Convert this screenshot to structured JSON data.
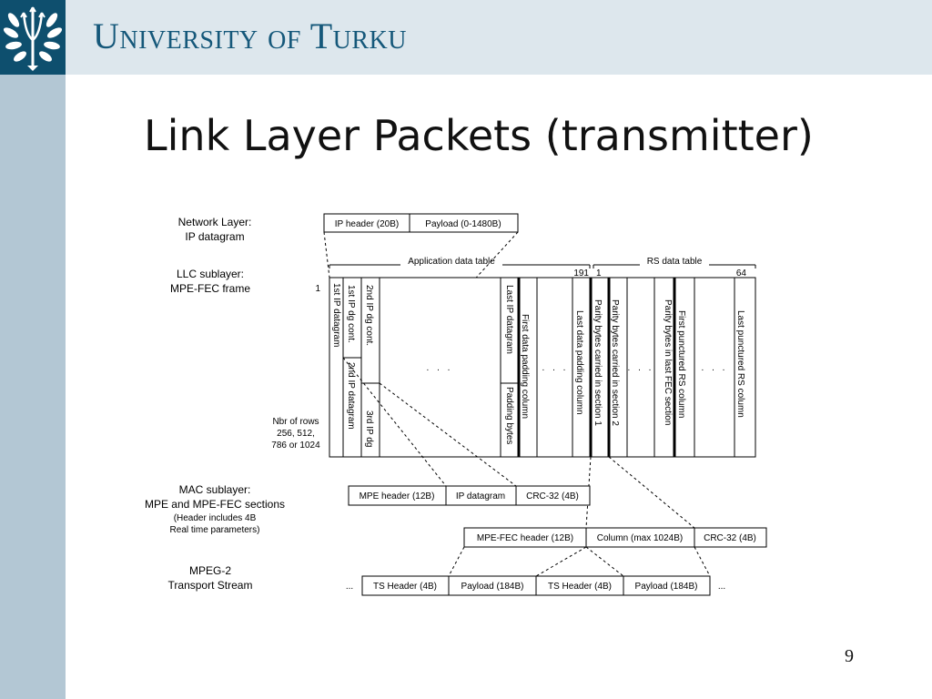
{
  "header": {
    "university_name": "University of Turku",
    "colors": {
      "brand_dark": "#0e4f6e",
      "title_blue": "#15587a",
      "band": "#dde7ed",
      "sidebar": "#b3c7d4"
    }
  },
  "logo": {
    "icon": "university-trident-crest"
  },
  "slide": {
    "title": "Link Layer Packets (transmitter)",
    "page_number": "9"
  },
  "layers": {
    "network": {
      "line1": "Network Layer:",
      "line2": "IP datagram"
    },
    "llc": {
      "line1": "LLC sublayer:",
      "line2": "MPE-FEC frame"
    },
    "mac": {
      "line1": "MAC sublayer:",
      "line2": "MPE and MPE-FEC sections",
      "line3": "(Header includes 4B",
      "line4": "Real time parameters)"
    },
    "mpeg": {
      "line1": "MPEG-2",
      "line2": "Transport Stream"
    }
  },
  "ip_packet": {
    "header": "IP header (20B)",
    "payload": "Payload (0-1480B)"
  },
  "frame": {
    "app_table_label": "Application data table",
    "rs_table_label": "RS data table",
    "col_191": "191",
    "col_1": "1",
    "col_64": "64",
    "row_1": "1",
    "rows_line1": "Nbr of rows",
    "rows_line2": "256, 512,",
    "rows_line3": "786 or 1024",
    "ellipsis": ". . .",
    "cols": {
      "first_ip": "1st IP datagram",
      "first_ip_cont": "1st IP dg cont.",
      "second_ip": "2nd IP datagram",
      "second_ip_cont": "2nd IP dg cont.",
      "third_ip": "3rd IP dg",
      "last_ip": "Last IP datagram",
      "padding_bytes": "Padding bytes",
      "first_padding": "First data padding column",
      "last_padding": "Last data padding column",
      "parity_section1": "Parity bytes carried in section 1",
      "parity_section2": "Parity bytes carried in section 2",
      "parity_last": "Parity bytes in last FEC section",
      "first_punctured": "First punctured RS column",
      "last_punctured": "Last punctured RS column"
    }
  },
  "mpe_section": {
    "header": "MPE header (12B)",
    "ip": "IP datagram",
    "crc": "CRC-32 (4B)"
  },
  "mpefec_section": {
    "header": "MPE-FEC header (12B)",
    "column": "Column (max 1024B)",
    "crc": "CRC-32 (4B)"
  },
  "ts": {
    "ellipsis": "...",
    "header1": "TS Header (4B)",
    "payload1": "Payload (184B)",
    "header2": "TS Header (4B)",
    "payload2": "Payload (184B)"
  }
}
